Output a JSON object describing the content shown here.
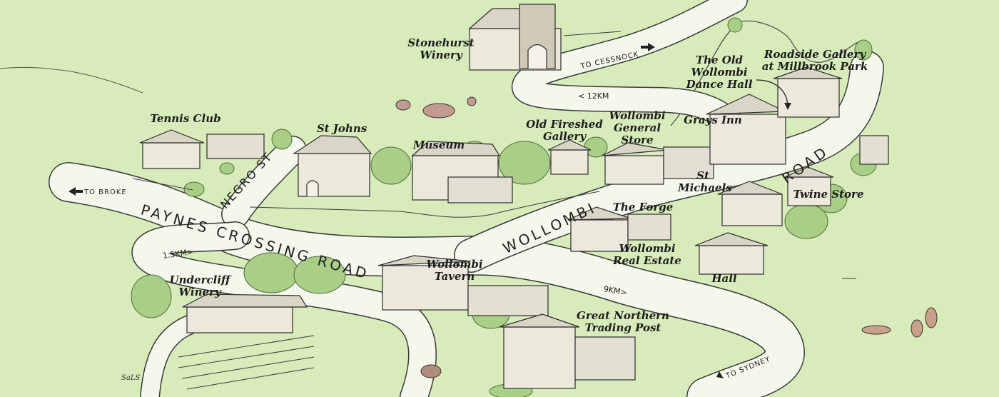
{
  "map": {
    "colors": {
      "background": "#d8ebbb",
      "road": "#f4f7ec",
      "road_edge": "#3a3a3a",
      "tree": "#a9cf86",
      "building": "#ece9dc",
      "ink": "#1c1c1c"
    },
    "places": {
      "stonehurst_winery": "Stonehurst\nWinery",
      "tennis_club": "Tennis Club",
      "st_johns": "St Johns",
      "museum": "Museum",
      "old_fireshed_gallery": "Old Fireshed\nGallery",
      "wollombi_general_store": "Wollombi\nGeneral\nStore",
      "the_old_wollombi_dance_hall": "The Old\nWollombi\nDance Hall",
      "grays_inn": "Grays Inn",
      "roadside_gallery": "Roadside Gallery\nat Millbrook Park",
      "st_michaels": "St\nMichaels",
      "twine_store": "Twine Store",
      "the_forge": "The Forge",
      "wollombi_real_estate": "Wollombi\nReal Estate",
      "hall": "Hall",
      "undercliff_winery": "Undercliff\nWinery",
      "wollombi_tavern": "Wollombi\nTavern",
      "great_northern_trading_post": "Great Northern\nTrading Post"
    },
    "roads": {
      "paynes_crossing_road": "PAYNES CROSSING ROAD",
      "wollombi_road_1": "WOLLOMBI",
      "wollombi_road_2": "ROAD",
      "negro_st": "NEGRO ST"
    },
    "directions": {
      "to_broke": "TO BROKE",
      "to_cessnock": "TO CESSNOCK",
      "to_sydney": "TO SYDNEY"
    },
    "distances": {
      "cessnock": "< 12KM",
      "paynes": "1.5KM>",
      "sydney": "9KM>"
    },
    "signature": "SaLS"
  }
}
